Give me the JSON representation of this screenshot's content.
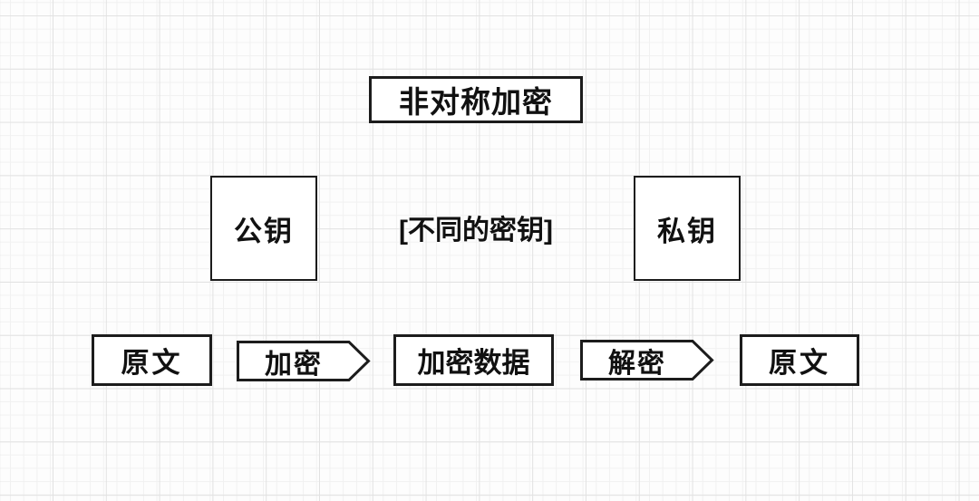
{
  "diagram": {
    "title": "非对称加密",
    "keys": {
      "public_key": "公钥",
      "private_key": "私钥",
      "note": "[不同的密钥]"
    },
    "flow": {
      "plaintext_start": "原文",
      "encrypt": "加密",
      "ciphertext": "加密数据",
      "decrypt": "解密",
      "plaintext_end": "原文"
    },
    "colors": {
      "stroke": "#1c1c1c",
      "node_fill": "#ffffff",
      "text": "#111111",
      "background": "#fdfdfd",
      "grid_minor": "#f1f1f1",
      "grid_major": "#e2e2e2"
    }
  }
}
